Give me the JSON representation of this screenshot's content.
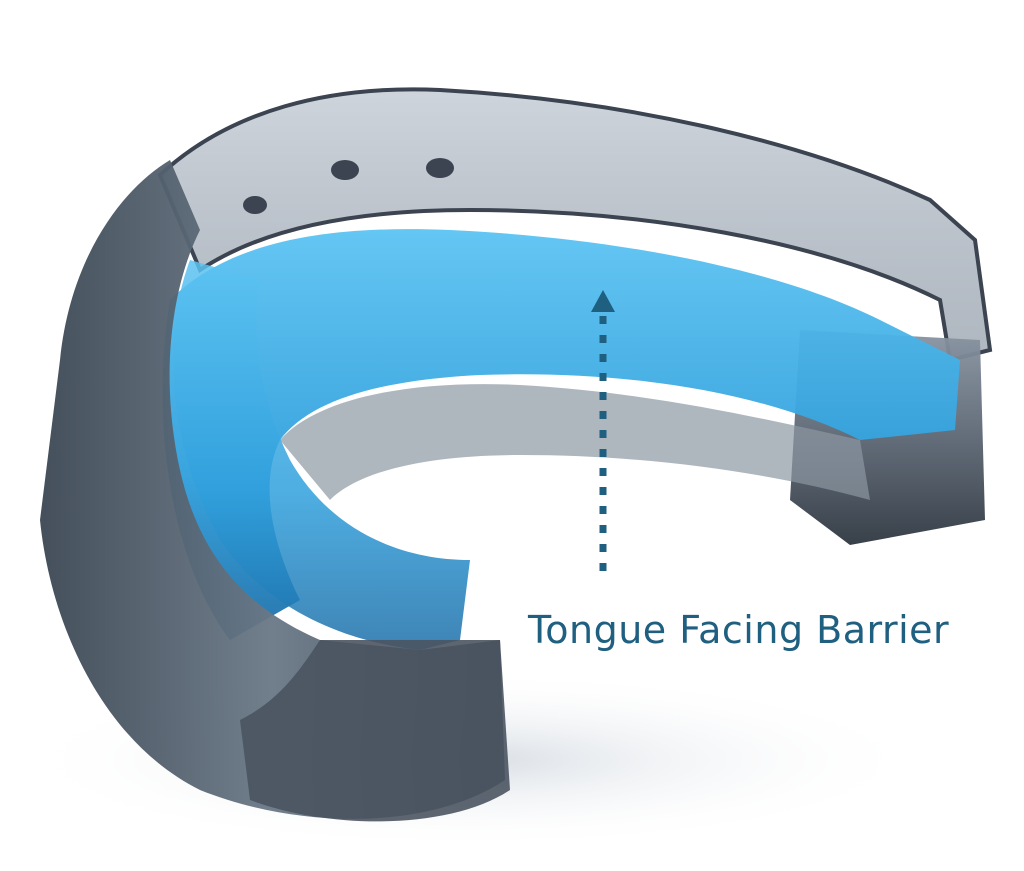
{
  "image": {
    "subject": "Clear dark-tinted mouthguard with blue inner tray",
    "annotation": {
      "label": "Tongue Facing Barrier",
      "color": "#1f5f80",
      "arrow_direction": "up"
    }
  }
}
